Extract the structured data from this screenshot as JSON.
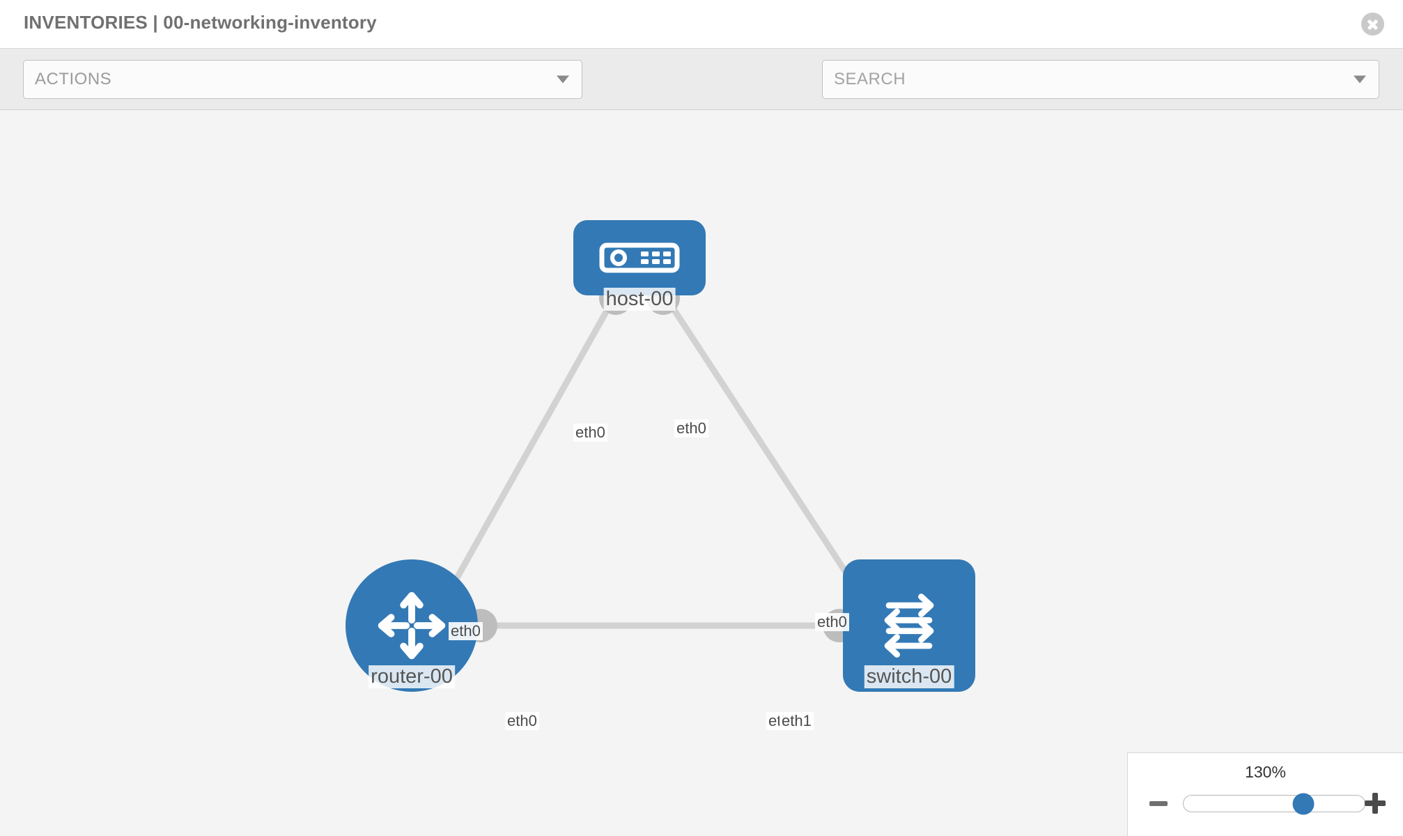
{
  "header": {
    "title": "INVENTORIES | 00-networking-inventory",
    "close_icon": "close-circle-icon"
  },
  "toolbar": {
    "actions_label": "ACTIONS",
    "actions_caret_icon": "chevron-down-icon",
    "wrench_icon": "wrench-icon",
    "key_icon": "key-icon",
    "search_placeholder": "SEARCH",
    "search_caret_icon": "chevron-down-icon"
  },
  "topology": {
    "node_color": "#3379b5",
    "link_color": "#d2d2d2",
    "connector_color": "#bdbdbd",
    "nodes": [
      {
        "id": "host",
        "label": "host-00",
        "icon": "server-device-icon",
        "shape": "rounded-rect"
      },
      {
        "id": "router",
        "label": "router-00",
        "icon": "router-arrows-icon",
        "shape": "circle"
      },
      {
        "id": "switch",
        "label": "switch-00",
        "icon": "switch-arrows-icon",
        "shape": "rounded-square"
      }
    ],
    "links": [
      {
        "from": "host",
        "to": "router",
        "from_iface": "eth0",
        "to_iface": "eth0"
      },
      {
        "from": "host",
        "to": "switch",
        "from_iface": "eth0",
        "to_iface": "eth0"
      },
      {
        "from": "router",
        "to": "switch",
        "from_iface": "eth0",
        "to_iface": "eth1",
        "overlapped_iface": "eth0"
      }
    ],
    "iface_labels": {
      "host_left": "eth0",
      "host_right": "eth0",
      "router_up": "eth0",
      "switch_up": "eth0",
      "router_right": "eth0",
      "switch_left_hidden": "eth0",
      "switch_left": "eth1"
    }
  },
  "zoom": {
    "value": "130%",
    "minus_label": "minus-icon",
    "plus_label": "plus-icon",
    "thumb_position_pct": 66
  }
}
